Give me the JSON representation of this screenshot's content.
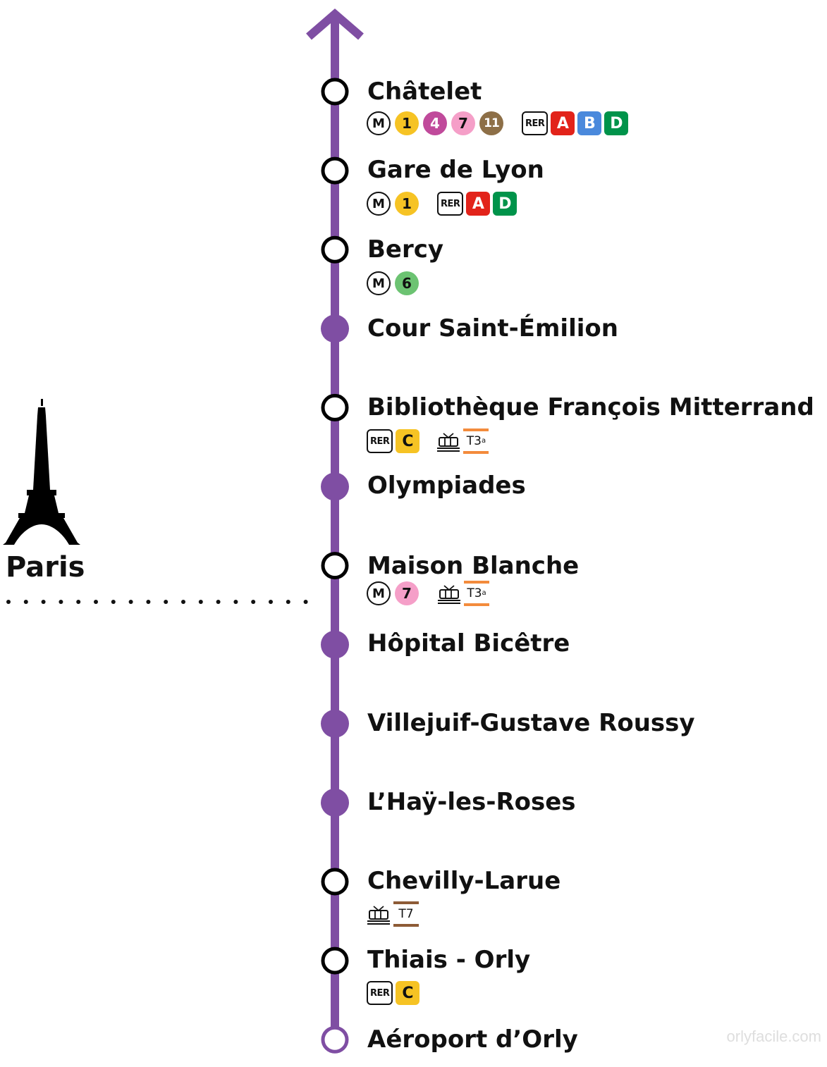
{
  "colors": {
    "line": "#7f4ea3",
    "metro_1": "#f6c324",
    "metro_4": "#c04a9b",
    "metro_6": "#6cc372",
    "metro_7": "#f59fc8",
    "metro_11": "#8d6f47",
    "rer_a": "#e2231a",
    "rer_b": "#4a89dc",
    "rer_c": "#f6c324",
    "rer_d": "#00934a",
    "tram_t3a": "#f38b3c",
    "tram_t7": "#8d5b36"
  },
  "city_label": "Paris",
  "watermark": "orlyfacile.com",
  "stations": [
    {
      "name": "Châtelet",
      "type": "interchange",
      "connections": [
        {
          "kind": "metro-logo",
          "label": "M"
        },
        {
          "kind": "metro",
          "label": "1",
          "color_key": "metro_1"
        },
        {
          "kind": "metro",
          "label": "4",
          "color_key": "metro_4"
        },
        {
          "kind": "metro",
          "label": "7",
          "color_key": "metro_7"
        },
        {
          "kind": "metro",
          "label": "11",
          "color_key": "metro_11"
        },
        {
          "kind": "gap"
        },
        {
          "kind": "rer-logo",
          "label": "RER"
        },
        {
          "kind": "rer",
          "label": "A",
          "color_key": "rer_a"
        },
        {
          "kind": "rer",
          "label": "B",
          "color_key": "rer_b"
        },
        {
          "kind": "rer",
          "label": "D",
          "color_key": "rer_d"
        }
      ]
    },
    {
      "name": "Gare de Lyon",
      "type": "interchange",
      "connections": [
        {
          "kind": "metro-logo",
          "label": "M"
        },
        {
          "kind": "metro",
          "label": "1",
          "color_key": "metro_1"
        },
        {
          "kind": "gap"
        },
        {
          "kind": "rer-logo",
          "label": "RER"
        },
        {
          "kind": "rer",
          "label": "A",
          "color_key": "rer_a"
        },
        {
          "kind": "rer",
          "label": "D",
          "color_key": "rer_d"
        }
      ]
    },
    {
      "name": "Bercy",
      "type": "interchange",
      "connections": [
        {
          "kind": "metro-logo",
          "label": "M"
        },
        {
          "kind": "metro",
          "label": "6",
          "color_key": "metro_6"
        }
      ]
    },
    {
      "name": "Cour Saint-Émilion",
      "type": "regular",
      "connections": []
    },
    {
      "name": "Bibliothèque François Mitterrand",
      "type": "interchange",
      "connections": [
        {
          "kind": "rer-logo",
          "label": "RER"
        },
        {
          "kind": "rer",
          "label": "C",
          "color_key": "rer_c"
        },
        {
          "kind": "gap"
        },
        {
          "kind": "tram-icon"
        },
        {
          "kind": "tram",
          "label": "T3",
          "sub": "a",
          "color_key": "tram_t3a"
        }
      ]
    },
    {
      "name": "Olympiades",
      "type": "regular",
      "connections": []
    },
    {
      "name": "Maison Blanche",
      "type": "interchange",
      "connections": [
        {
          "kind": "metro-logo",
          "label": "M"
        },
        {
          "kind": "metro",
          "label": "7",
          "color_key": "metro_7"
        },
        {
          "kind": "gap"
        },
        {
          "kind": "tram-icon"
        },
        {
          "kind": "tram",
          "label": "T3",
          "sub": "a",
          "color_key": "tram_t3a"
        }
      ]
    },
    {
      "name": "Hôpital Bicêtre",
      "type": "regular",
      "connections": []
    },
    {
      "name": "Villejuif-Gustave Roussy",
      "type": "regular",
      "connections": []
    },
    {
      "name": "L’Haÿ-les-Roses",
      "type": "regular",
      "connections": []
    },
    {
      "name": "Chevilly-Larue",
      "type": "interchange",
      "connections": [
        {
          "kind": "tram-icon"
        },
        {
          "kind": "tram",
          "label": "T7",
          "sub": "",
          "color_key": "tram_t7"
        }
      ]
    },
    {
      "name": "Thiais - Orly",
      "type": "interchange",
      "connections": [
        {
          "kind": "rer-logo",
          "label": "RER"
        },
        {
          "kind": "rer",
          "label": "C",
          "color_key": "rer_c"
        }
      ]
    },
    {
      "name": "Aéroport d’Orly",
      "type": "terminus",
      "connections": []
    }
  ]
}
